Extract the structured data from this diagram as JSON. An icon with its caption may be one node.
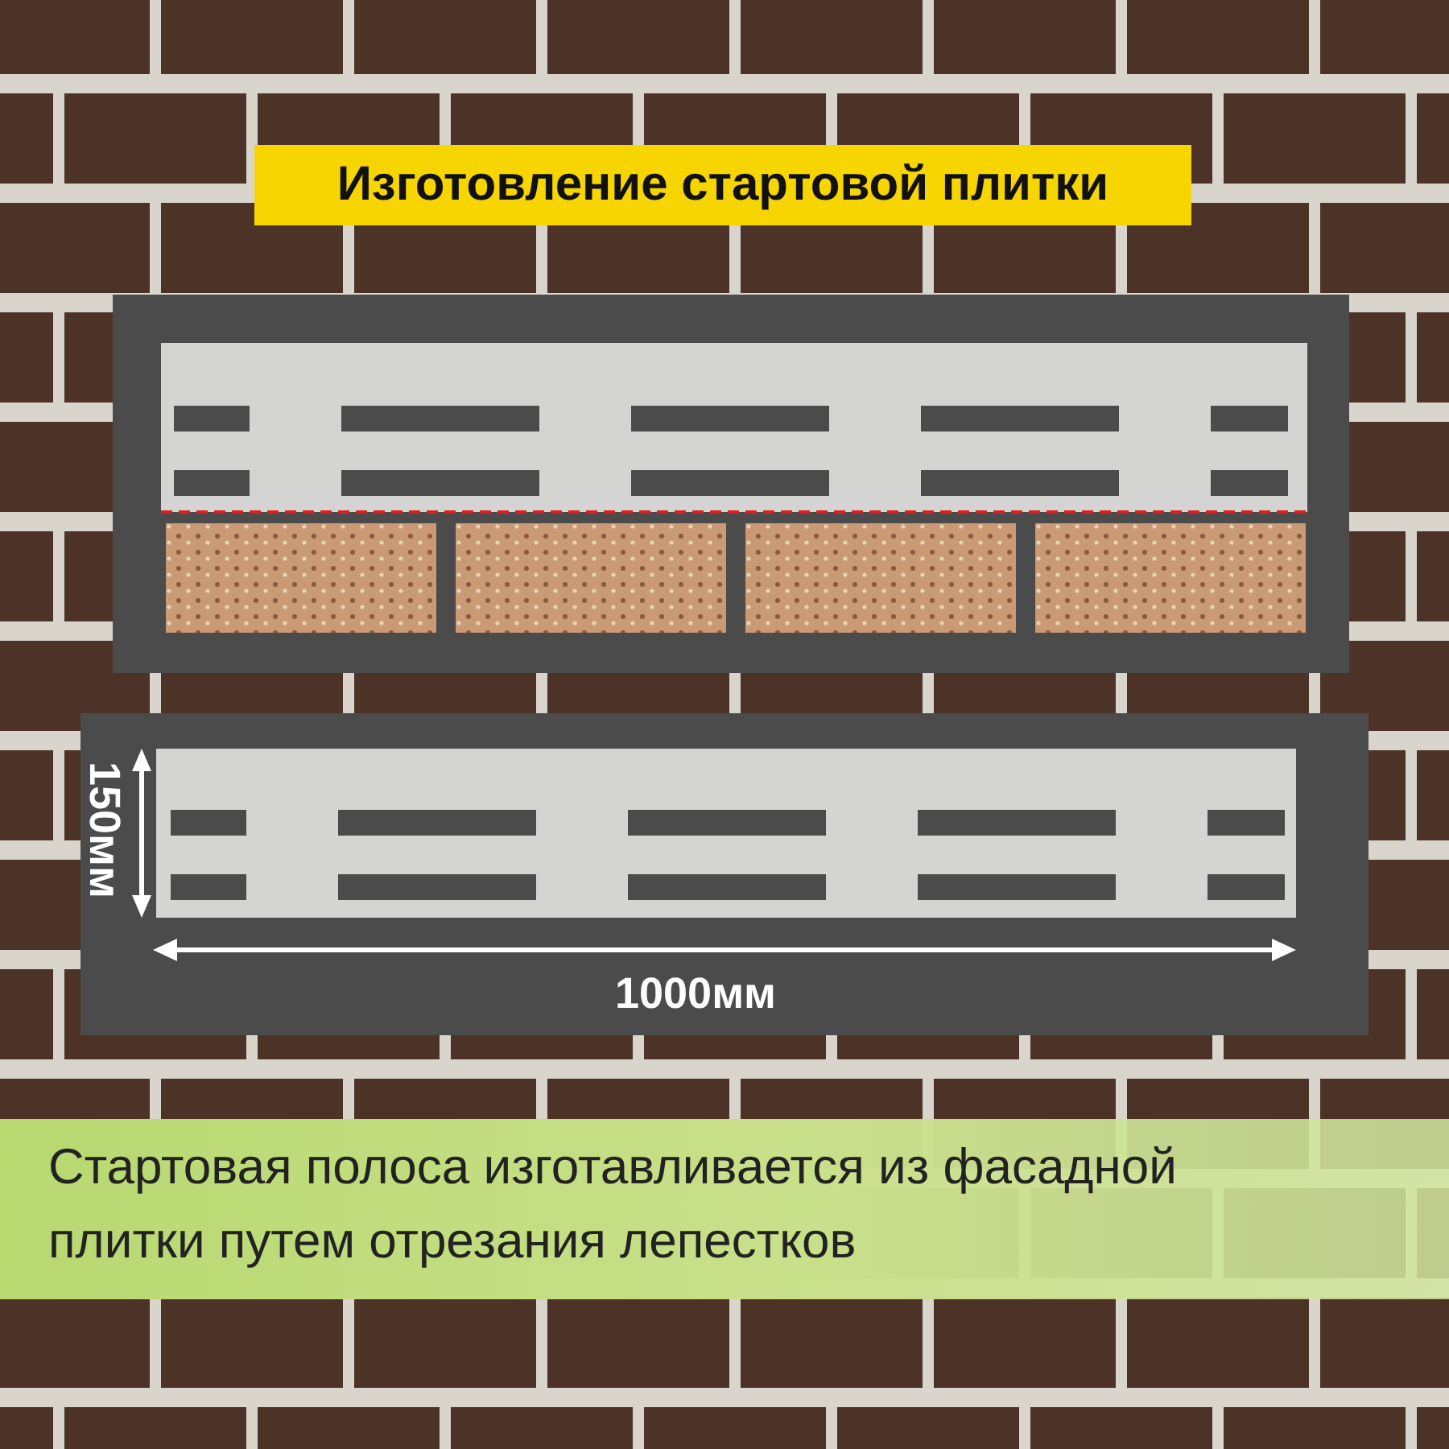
{
  "diagram": {
    "title": "Изготовление стартовой плитки",
    "caption": "Стартовая полоса изготавливается из фасадной плитки путем отрезания лепестков",
    "labels": [
      "150мм",
      "1000мм"
    ]
  }
}
